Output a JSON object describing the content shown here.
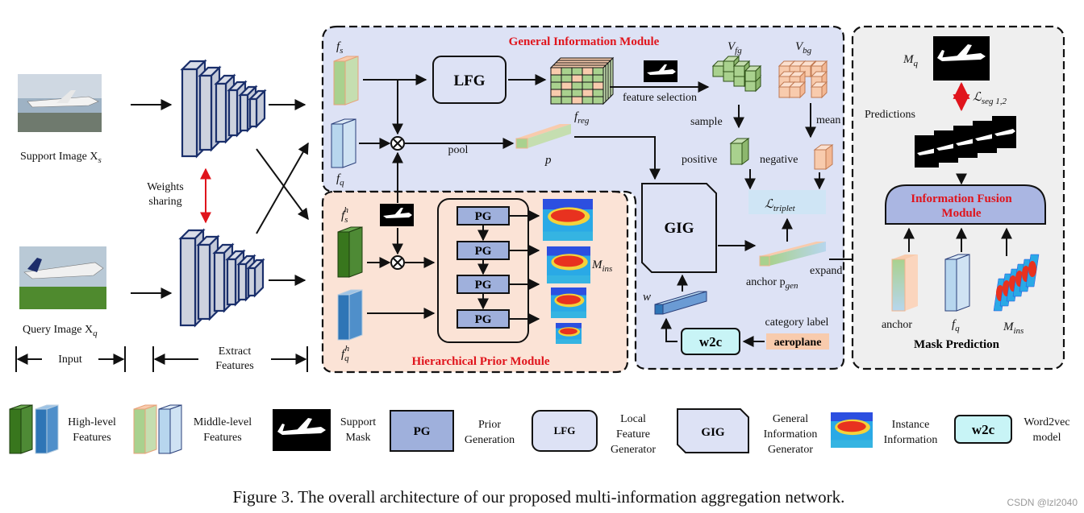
{
  "inputs": {
    "support_label": "Support Image X",
    "support_sub": "s",
    "query_label": "Query Image X",
    "query_sub": "q",
    "weights_line1": "Weights",
    "weights_line2": "sharing",
    "input_label": "Input",
    "extract_line1": "Extract",
    "extract_line2": "Features"
  },
  "gim": {
    "title": "General Information Module",
    "fs": "f",
    "fs_sub": "s",
    "fq": "f",
    "fq_sub": "q",
    "lfg": "LFG",
    "freg": "f",
    "freg_sub": "reg",
    "feature_selection": "feature selection",
    "vfg": "V",
    "vfg_sub": "fg",
    "vbg": "V",
    "vbg_sub": "bg",
    "pool": "pool",
    "p": "p",
    "sample": "sample",
    "mean": "mean",
    "positive": "positive",
    "negative": "negative",
    "ltriplet": "ℒ",
    "ltriplet_sub": "triplet"
  },
  "hpm": {
    "title": "Hierarchical Prior Module",
    "fsh": "f",
    "fsh_sub": "s",
    "fsh_sup": "h",
    "fqh": "f",
    "fqh_sub": "q",
    "fqh_sup": "h",
    "pg": [
      "PG",
      "PG",
      "PG",
      "PG"
    ],
    "mins": "M",
    "mins_sub": "ins"
  },
  "gig": {
    "label": "GIG",
    "w": "w",
    "w2c": "w2c",
    "category_label": "category label",
    "aeroplane": "aeroplane",
    "anchor": "anchor p",
    "anchor_sub": "gen",
    "expand": "expand"
  },
  "mask": {
    "mq": "M",
    "mq_sub": "q",
    "lseg": "ℒ",
    "lseg_sub": "seg 1,2",
    "predictions": "Predictions",
    "ifm_line1": "Information Fusion",
    "ifm_line2": "Module",
    "anchor": "anchor",
    "fq": "f",
    "fq_sub": "q",
    "mins": "M",
    "mins_sub": "ins",
    "title": "Mask Prediction"
  },
  "legend": {
    "high_level": [
      "High-level",
      "Features"
    ],
    "middle_level": [
      "Middle-level",
      "Features"
    ],
    "support_mask": [
      "Support",
      "Mask"
    ],
    "pg_box": "PG",
    "prior_generation": [
      "Prior",
      "Generation"
    ],
    "lfg_box": "LFG",
    "local_feature": [
      "Local",
      "Feature",
      "Generator"
    ],
    "gig_box": "GIG",
    "general_information": [
      "General",
      "Information",
      "Generator"
    ],
    "instance_information": [
      "Instance",
      "Information"
    ],
    "w2c_box": "w2c",
    "word2vec": [
      "Word2vec",
      "model"
    ]
  },
  "caption": "Figure 3. The overall architecture of our proposed multi-information aggregation network.",
  "watermark": "CSDN @lzl2040",
  "colors": {
    "gim_bg": "#dde2f5",
    "hpm_bg": "#fbe3d6",
    "mask_bg": "#efefef",
    "red_title": "#e0141c",
    "pg_fill": "#9fb0dc",
    "w2c_fill": "#c8f4f6",
    "triplet_fill": "#cfe5f5",
    "ifm_fill": "#aab6e2",
    "green_mid": "#a9d18e",
    "blue_mid": "#b7d6ee",
    "green_high": "#38761d",
    "blue_high": "#2e75b6"
  }
}
